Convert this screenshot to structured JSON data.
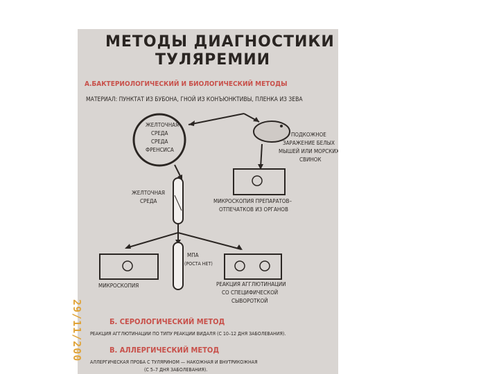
{
  "poster": {
    "title_line1": "МЕТОДЫ ДИАГНОСТИКИ",
    "title_line2": "ТУЛЯРЕМИИ",
    "section_a": "А.БАКТЕРИОЛОГИЧЕСКИЙ И БИОЛОГИЧЕСКИЙ МЕТОДЫ",
    "material": "МАТЕРИАЛ: ПУНКТАТ ИЗ БУБОНА, ГНОЙ ИЗ КОНЪЮНКТИВЫ, ПЛЕНКА ИЗ ЗЕВА",
    "circle_text": [
      "ЖЕЛТОЧНАЯ",
      "СРЕДА",
      "СРЕДА",
      "ФРЕНСИСА"
    ],
    "animal_text": [
      "ПОДКОЖНОЕ",
      "ЗАРАЖЕНИЕ БЕЛЫХ",
      "МЫШЕЙ ИЛИ МОРСКИХ",
      "СВИНОК"
    ],
    "tube_label": [
      "ЖЕЛТОЧНАЯ",
      "СРЕДА"
    ],
    "microscopy_organs": [
      "МИКРОСКОПИЯ ПРЕПАРАТОВ–",
      "ОТПЕЧАТКОВ ИЗ ОРГАНОВ"
    ],
    "mpa_label": [
      "МПА",
      "(РОСТА НЕТ)"
    ],
    "microscopy": "МИКРОСКОПИЯ",
    "agglutination": [
      "РЕАКЦИЯ АГГЛЮТИНАЦИИ",
      "СО СПЕЦИФИЧЕСКОЙ",
      "СЫВОРОТКОЙ"
    ],
    "section_b": "Б. СЕРОЛОГИЧЕСКИЙ МЕТОД",
    "section_b_text": "РЕАКЦИЯ АГГЛЮТИНАЦИИ ПО ТИПУ РЕАКЦИИ ВИДАЛЯ (С 10–12 ДНЯ ЗАБОЛЕВАНИЯ).",
    "section_c": "В. АЛЛЕРГИЧЕСКИЙ МЕТОД",
    "section_c_text": "АЛЛЕРГИЧЕСКАЯ ПРОБА С ТУЛЯРИНОМ — НАКОЖНАЯ И ВНУТРИКОЖНАЯ",
    "section_c_text2": "(С 5–7 ДНЯ ЗАБОЛЕВАНИЯ)."
  },
  "date_stamp": "29/11/200",
  "colors": {
    "poster_bg": "#d9d5d2",
    "ink": "#2b2623",
    "red": "#c8504a",
    "stamp": "#e0a43a"
  }
}
